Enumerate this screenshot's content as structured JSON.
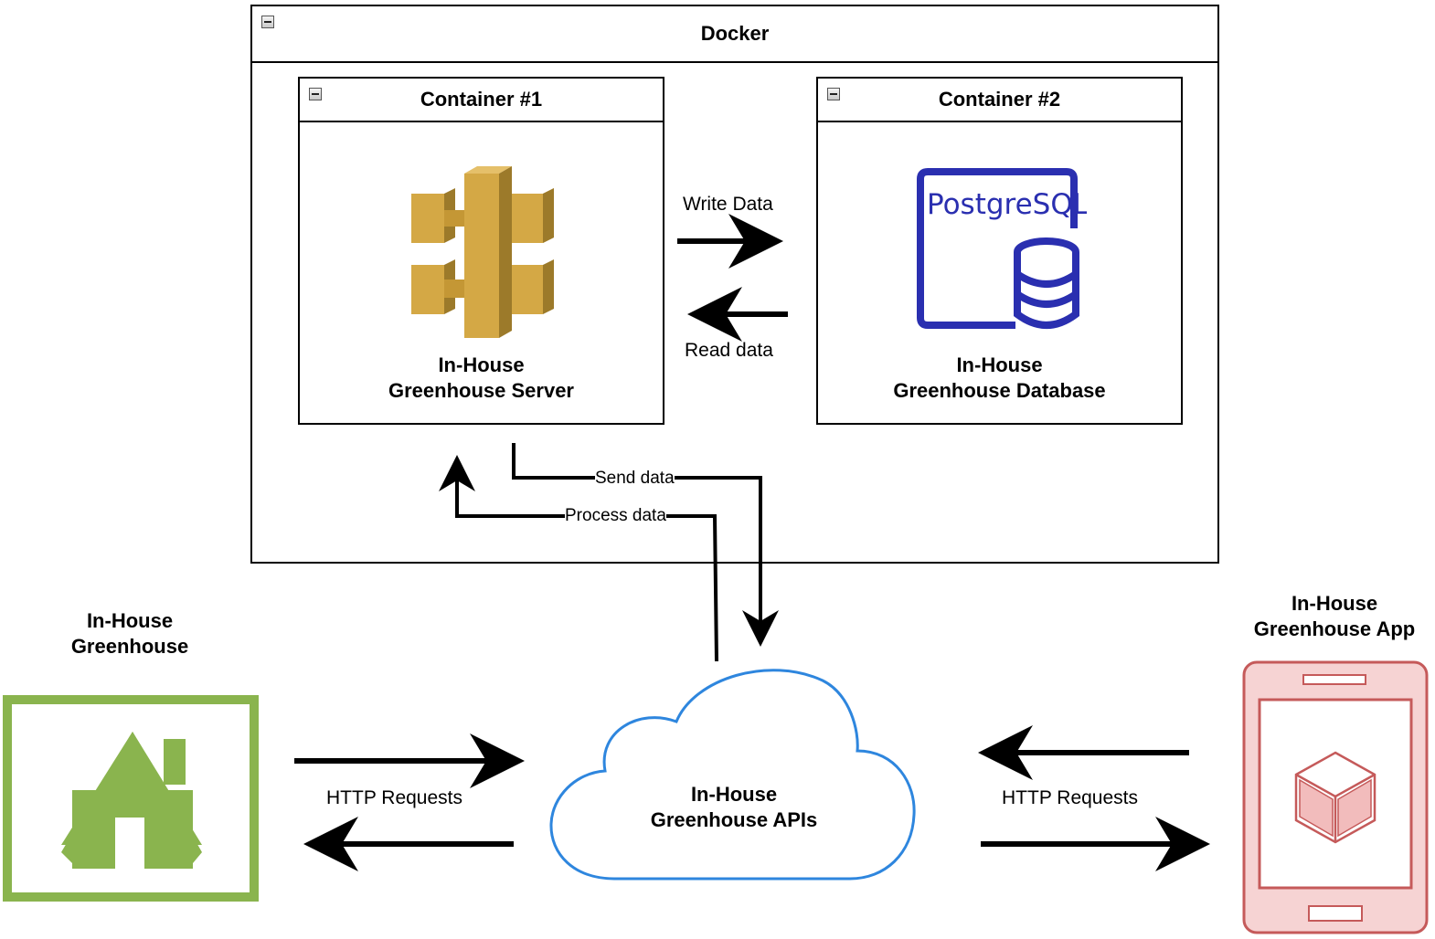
{
  "docker": {
    "title": "Docker"
  },
  "container1": {
    "title": "Container #1",
    "label_line1": "In-House",
    "label_line2": "Greenhouse Server"
  },
  "container2": {
    "title": "Container #2",
    "label_line1": "In-House",
    "label_line2": "Greenhouse Database",
    "logo_text": "PostgreSQL"
  },
  "edges": {
    "write": "Write Data",
    "read": "Read data",
    "send": "Send data",
    "process": "Process data",
    "http_left": "HTTP Requests",
    "http_right": "HTTP Requests"
  },
  "greenhouse": {
    "label_line1": "In-House",
    "label_line2": "Greenhouse"
  },
  "apis": {
    "label_line1": "In-House",
    "label_line2": "Greenhouse APIs"
  },
  "app": {
    "label_line1": "In-House",
    "label_line2": "Greenhouse App"
  },
  "colors": {
    "aws_gold": "#d4a845",
    "aws_gold_dark": "#9c7a2a",
    "postgres_blue": "#2a2fb0",
    "cloud_blue": "#2e86de",
    "house_green": "#8ab44e",
    "app_red": "#c55a5a",
    "app_fill": "#f6d3d3"
  },
  "icons": {
    "server": "api-gateway-icon",
    "database": "postgresql-icon",
    "house": "house-icon",
    "cloud": "cloud-icon",
    "app": "mobile-app-icon"
  }
}
